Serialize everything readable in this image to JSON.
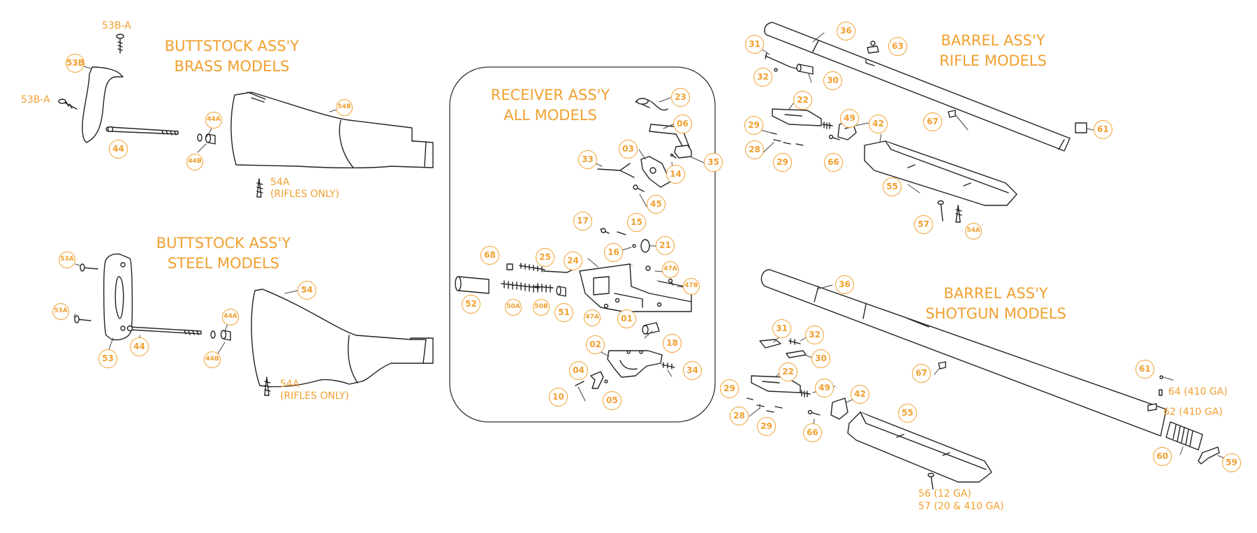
{
  "sections": {
    "buttstock_brass": {
      "line1": "BUTTSTOCK ASS'Y",
      "line2": "BRASS MODELS"
    },
    "buttstock_steel": {
      "line1": "BUTTSTOCK ASS'Y",
      "line2": "STEEL MODELS"
    },
    "receiver": {
      "line1": "RECEIVER ASS'Y",
      "line2": "ALL MODELS"
    },
    "barrel_rifle": {
      "line1": "BARREL ASS'Y",
      "line2": "RIFLE MODELS"
    },
    "barrel_shotgun": {
      "line1": "BARREL ASS'Y",
      "line2": "SHOTGUN MODELS"
    }
  },
  "callouts": {
    "c53b": "53B",
    "c44_brass": "44",
    "c44a_brass": "44A",
    "c44b_brass": "44B",
    "c54b": "54B",
    "c53a_top": "53A",
    "c53a_bottom": "53A",
    "c53": "53",
    "c44_steel": "44",
    "c44a_steel": "44A",
    "c44b_steel": "44B",
    "c54": "54",
    "c23": "23",
    "c06": "06",
    "c03": "03",
    "c33": "33",
    "c35": "35",
    "c14": "14",
    "c45": "45",
    "c17": "17",
    "c15": "15",
    "c21": "21",
    "c16": "16",
    "c68": "68",
    "c25": "25",
    "c24": "24",
    "c47a_top": "47A",
    "c47b": "47B",
    "c52": "52",
    "c50a": "50A",
    "c50b": "50B",
    "c51": "51",
    "c47a_bottom": "47A",
    "c01": "01",
    "c18": "18",
    "c02": "02",
    "c04": "04",
    "c34": "34",
    "c10": "10",
    "c05": "05",
    "c36_rifle": "36",
    "c63": "63",
    "c31_rifle": "31",
    "c32_rifle": "32",
    "c30_rifle": "30",
    "c22_rifle": "22",
    "c49_rifle": "49",
    "c42_rifle": "42",
    "c29a_rifle": "29",
    "c28_rifle": "28",
    "c29b_rifle": "29",
    "c66_rifle": "66",
    "c67_rifle": "67",
    "c61_rifle": "61",
    "c55_rifle": "55",
    "c57_rifle": "57",
    "c54a_rifle": "54A",
    "c36_shotgun": "36",
    "c31_shotgun": "31",
    "c32_shotgun": "32",
    "c30_shotgun": "30",
    "c67_shotgun": "67",
    "c22_shotgun": "22",
    "c29a_shotgun": "29",
    "c49_shotgun": "49",
    "c42_shotgun": "42",
    "c28_shotgun": "28",
    "c29b_shotgun": "29",
    "c66_shotgun": "66",
    "c55_shotgun": "55",
    "c61_shotgun": "61",
    "c60": "60",
    "c59": "59"
  },
  "plain_labels": {
    "p53ba_top": "53B-A",
    "p53ba_left": "53B-A",
    "p54a_brass": {
      "line1": "54A",
      "line2": "(RIFLES ONLY)"
    },
    "p54a_steel": {
      "line1": "54A",
      "line2": "(RIFLES ONLY)"
    },
    "p64": "64 (410 GA)",
    "p62": "62 (410 GA)",
    "p56": "56 (12 GA)",
    "p57": "57 (20 & 410 GA)"
  },
  "colors": {
    "accent": "#f0a030",
    "line": "#222222",
    "part_fill": "#ffffff"
  }
}
